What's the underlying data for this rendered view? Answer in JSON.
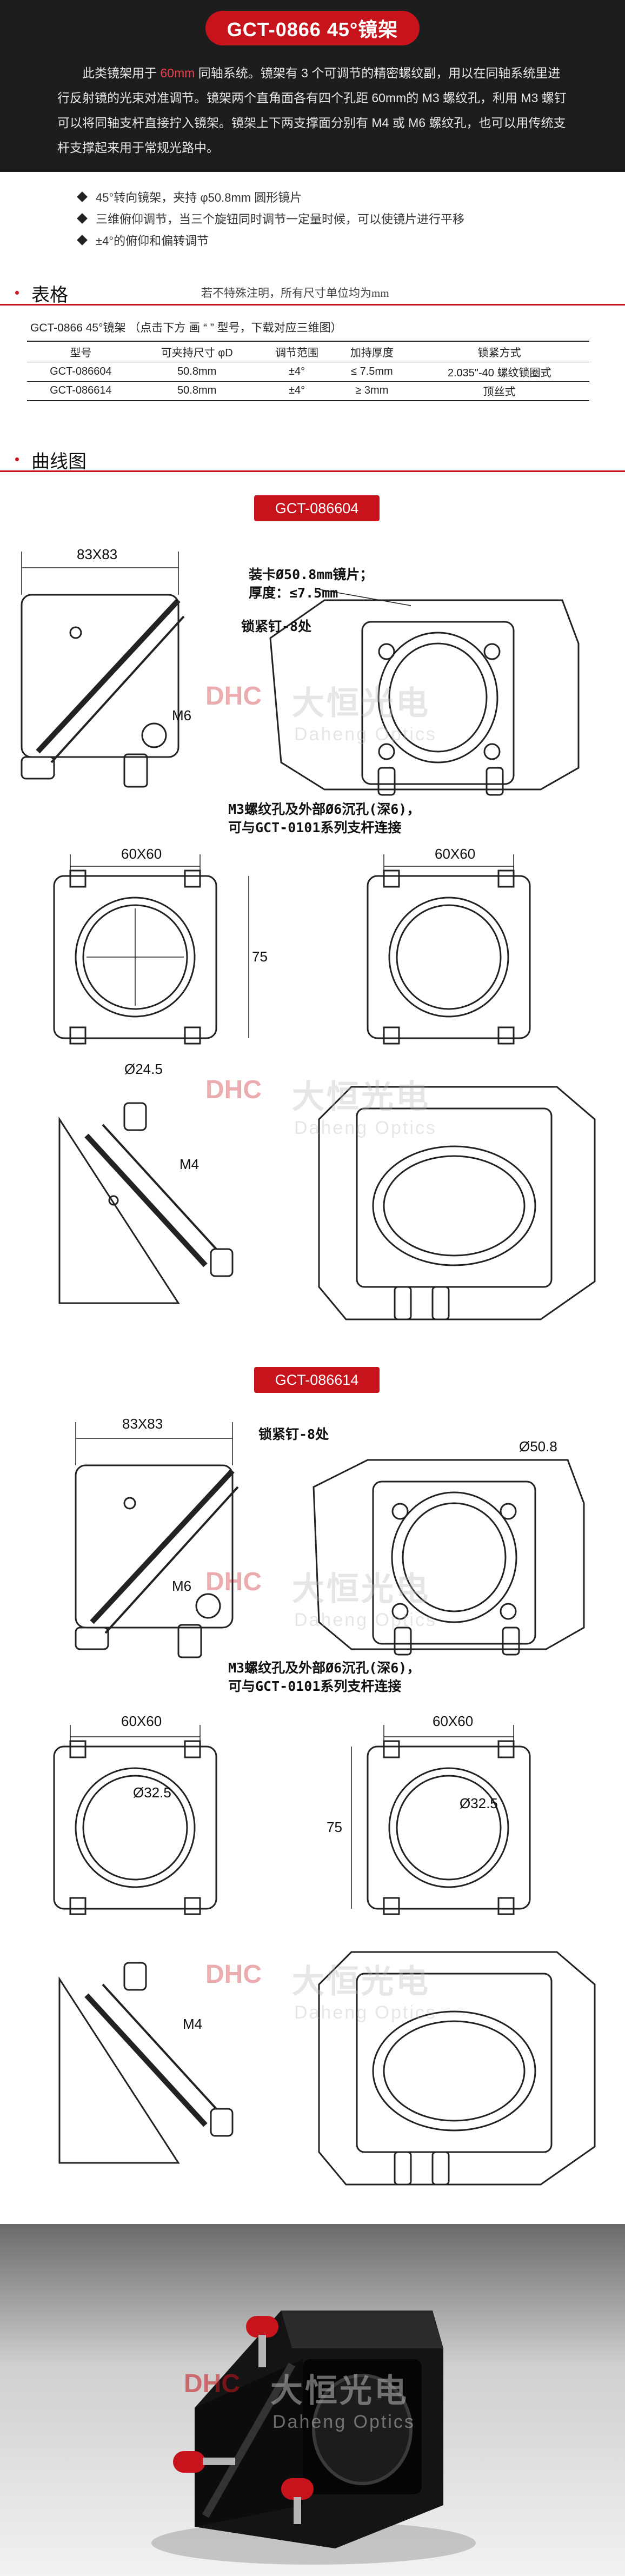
{
  "header": {
    "title": "GCT-0866 45°镜架",
    "intro_1": "此类镜架用于",
    "intro_hl": "60mm",
    "intro_2": "同轴系统。镜架有 3 个可调节的精密螺纹副，用以在同轴系统里进行反射镜的光束对准调节。镜架两个直角面各有四个孔距 60mm的 M3 螺纹孔，利用 M3 螺钉可以将同轴支杆直接拧入镜架。镜架上下两支撑面分别有 M4 或 M6 螺纹孔，也可以用传统支杆支撑起来用于常规光路中。"
  },
  "features": [
    "45°转向镜架，夹持 φ50.8mm 圆形镜片",
    "三维俯仰调节，当三个旋钮同时调节一定量时候，可以使镜片进行平移",
    "±4°的俯仰和偏转调节"
  ],
  "table_section": {
    "heading": "表格",
    "note": "若不特殊注明，所有尺寸单位均为mm",
    "subtitle": "GCT-0866 45°镜架 （点击下方 画 “ ” 型号，下载对应三维图）",
    "columns": [
      "型号",
      "可夹持尺寸 φD",
      "调节范围",
      "加持厚度",
      "锁紧方式"
    ],
    "rows": [
      [
        "GCT-086604",
        "50.8mm",
        "±4°",
        "≤ 7.5mm",
        "2.035\"-40 螺纹锁圈式"
      ],
      [
        "GCT-086614",
        "50.8mm",
        "±4°",
        "≥ 3mm",
        "顶丝式"
      ]
    ]
  },
  "curve_section": {
    "heading": "曲线图"
  },
  "drawing_1": {
    "model": "GCT-086604",
    "dim_top": "83X83",
    "mount_label": "装卡Ø50.8mm镜片；\n厚度：≤7.5mm",
    "lock_label": "锁紧钉-8处",
    "m6": "M6",
    "m3_label": "M3螺纹孔及外部Ø6沉孔(深6)，\n可与GCT-0101系列支杆连接",
    "dim_left": "60X60",
    "dim_right": "60X60",
    "dim_h": "75",
    "dia": "Ø24.5",
    "m4": "M4"
  },
  "drawing_2": {
    "model": "GCT-086614",
    "dim_top": "83X83",
    "lock_label": "锁紧钉-8处",
    "dia_top": "Ø50.8",
    "m6": "M6",
    "m3_label": "M3螺纹孔及外部Ø6沉孔(深6)，\n可与GCT-0101系列支杆连接",
    "dim_left": "60X60",
    "dim_right": "60X60",
    "dim_h": "75",
    "dia_left": "Ø32.5",
    "dia_right": "Ø32.5",
    "m4": "M4"
  },
  "watermark": {
    "logo": "DHC",
    "cn": "大恒光电",
    "en": "Daheng Optics"
  },
  "colors": {
    "accent": "#c7141c",
    "header_bg": "#1d1d1d"
  }
}
